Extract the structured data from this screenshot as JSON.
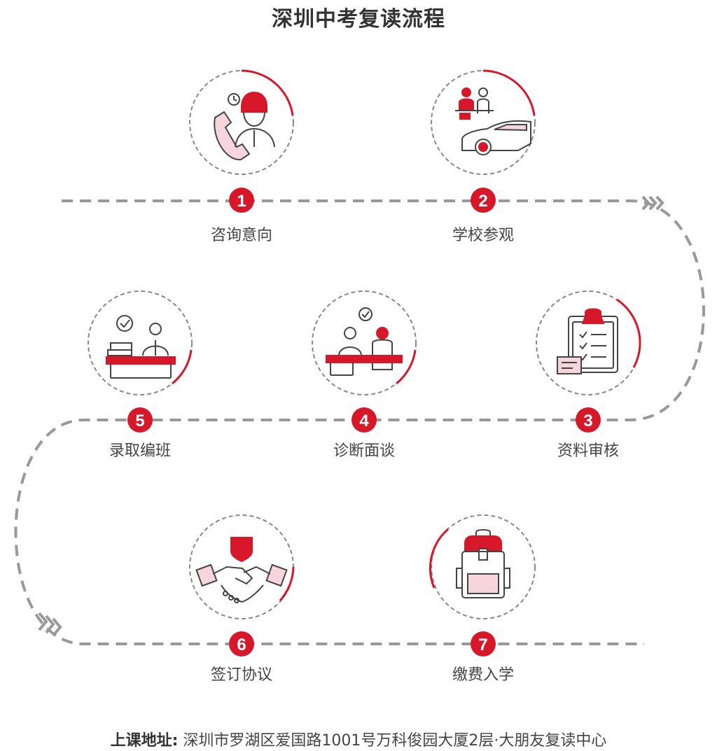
{
  "title": "深圳中考复读流程",
  "colors": {
    "accent": "#d7182a",
    "accent_light": "#f7d5dc",
    "dash": "#999999",
    "ring": "#888888",
    "line": "#444444"
  },
  "steps": [
    {
      "number": "1",
      "label": "咨询意向",
      "icon": "phone-consultant-icon"
    },
    {
      "number": "2",
      "label": "学校参观",
      "icon": "visit-car-icon"
    },
    {
      "number": "3",
      "label": "资料审核",
      "icon": "clipboard-check-icon"
    },
    {
      "number": "4",
      "label": "诊断面谈",
      "icon": "interview-desk-icon"
    },
    {
      "number": "5",
      "label": "录取编班",
      "icon": "admission-desk-icon"
    },
    {
      "number": "6",
      "label": "签订协议",
      "icon": "handshake-icon"
    },
    {
      "number": "7",
      "label": "缴费入学",
      "icon": "backpack-icon"
    }
  ],
  "footer": {
    "label": "上课地址:",
    "address": "深圳市罗湖区爱国路1001号万科俊园大厦2层·大朋友复读中心"
  }
}
